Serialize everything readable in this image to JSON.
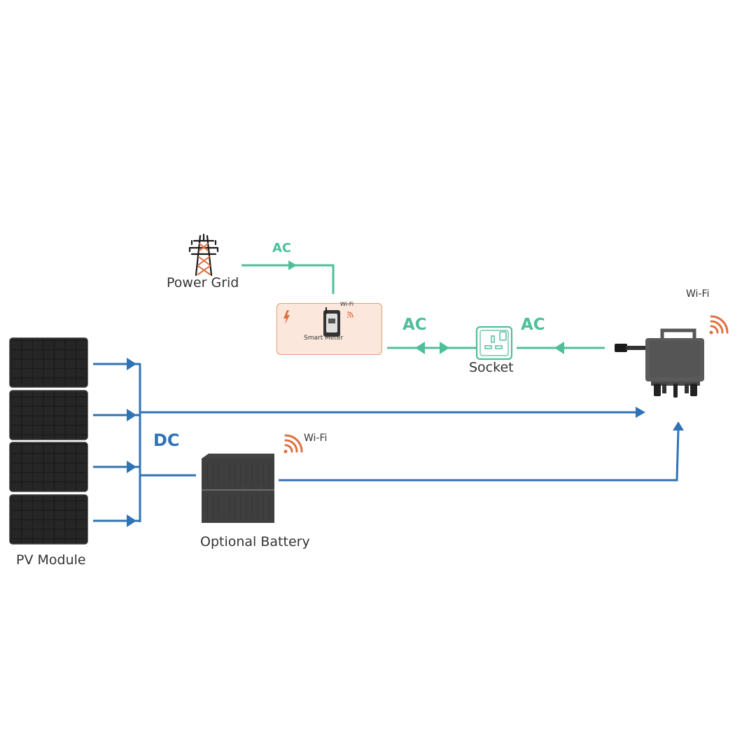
{
  "labels": {
    "power_grid": "Power Grid",
    "smart_meter": "Smart Meter",
    "meter_wifi": "Wi-Fi",
    "socket": "Socket",
    "inverter_wifi": "Wi-Fi",
    "battery_wifi": "Wi-Fi",
    "optional_battery": "Optional Battery",
    "pv_module": "PV Module"
  },
  "flows": {
    "ac_grid": "AC",
    "ac_meter_socket": "AC",
    "ac_inverter_socket": "AC",
    "dc": "DC"
  },
  "colors": {
    "ac_line": "#4fbf9a",
    "dc_line": "#2f73b5",
    "wifi": "#e0703f",
    "device": "#555555",
    "pv_panel": "#1e1e1e",
    "meter_fill": "#fbe7dc",
    "meter_border": "#e39a75"
  },
  "icons": {
    "grid": "power-tower-icon",
    "meter": "smart-meter-icon",
    "socket": "wall-socket-icon",
    "inverter": "micro-inverter-icon",
    "battery": "battery-stack-icon",
    "pv": "solar-panel-icon",
    "wifi": "wifi-icon",
    "lightning": "lightning-icon"
  }
}
